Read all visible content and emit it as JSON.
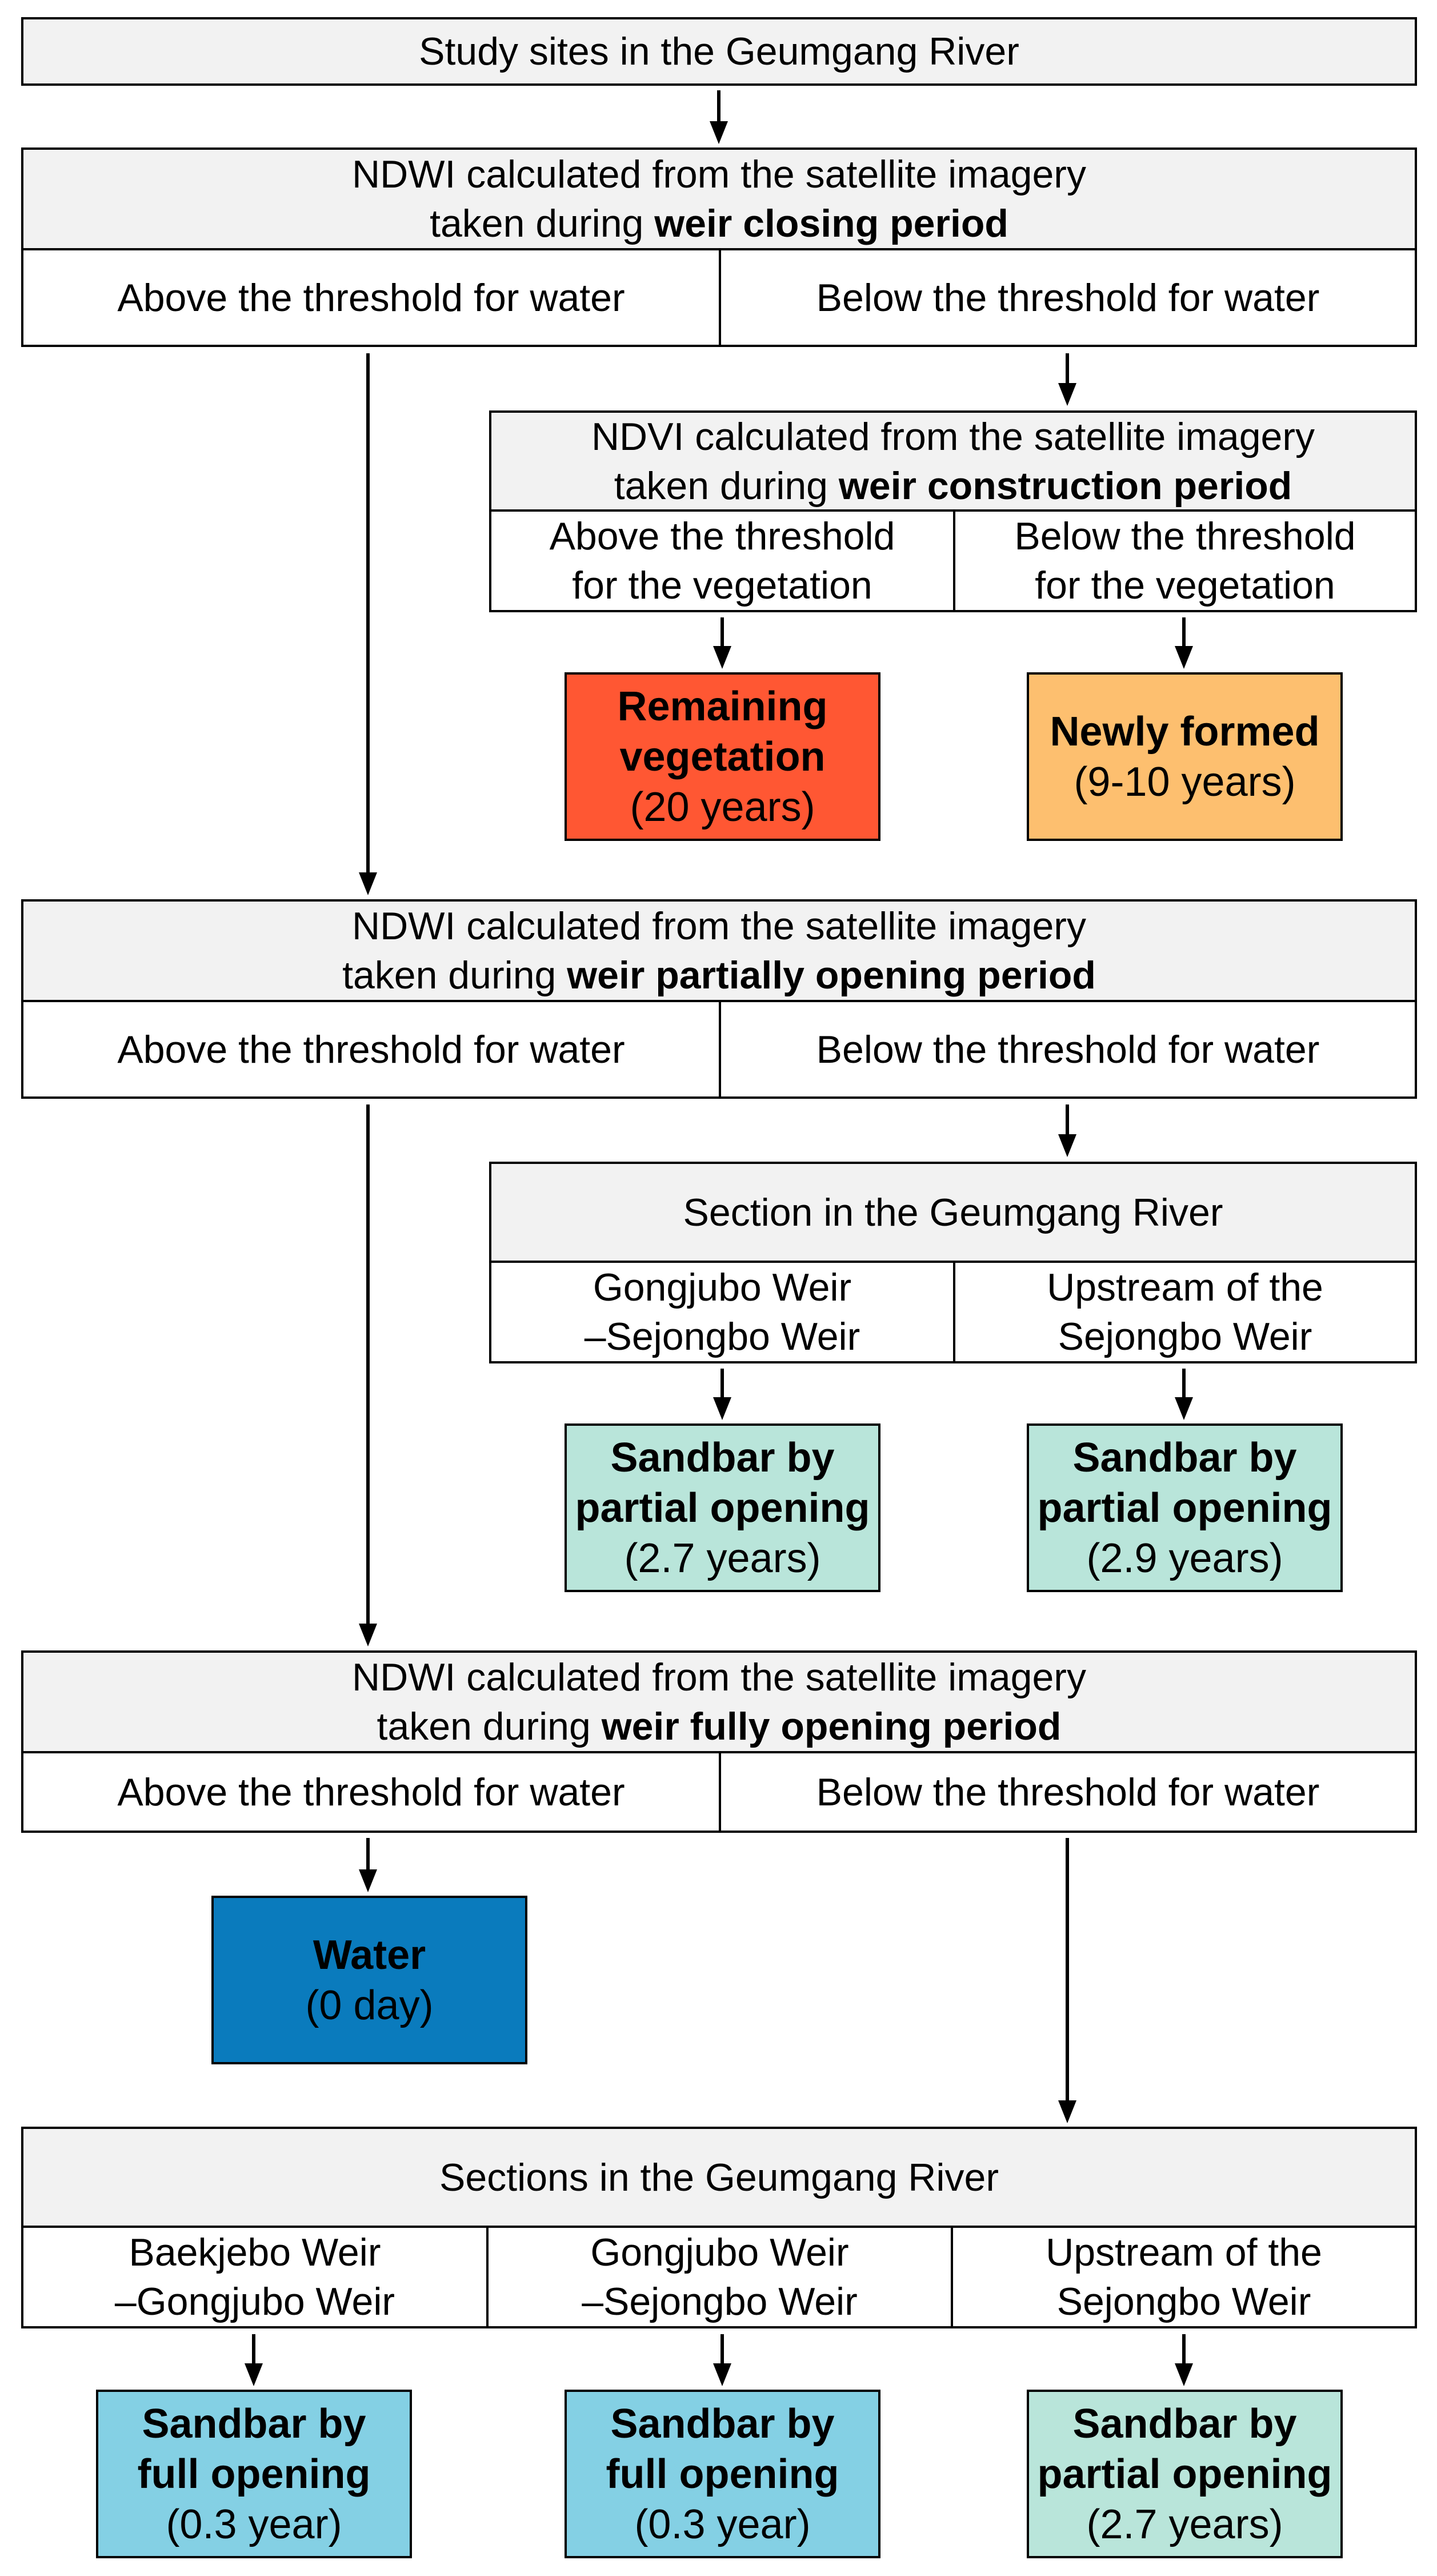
{
  "colors": {
    "header_fill": "#f2f2f2",
    "remaining_vegetation": "#ff5733",
    "newly_formed": "#fdbf6f",
    "sandbar_partial": "#b9e5da",
    "water": "#0a7bbd",
    "sandbar_full": "#84d0e4"
  },
  "study_sites": "Study sites in the Geumgang River",
  "ndwi_closing": {
    "line1": "NDWI calculated from the satellite imagery",
    "line2_prefix": "taken during ",
    "line2_bold": "weir closing period",
    "above": "Above the threshold for water",
    "below": "Below the threshold for water"
  },
  "ndvi_construction": {
    "line1": "NDVI calculated from the satellite imagery",
    "line2_prefix": "taken during ",
    "line2_bold": "weir construction period",
    "above_l1": "Above the threshold",
    "above_l2": "for the vegetation",
    "below_l1": "Below the threshold",
    "below_l2": "for the vegetation"
  },
  "remaining_vegetation": {
    "l1": "Remaining",
    "l2": "vegetation",
    "l3": "(20 years)"
  },
  "newly_formed": {
    "l1": "Newly formed",
    "l2": "(9-10 years)"
  },
  "ndwi_partial": {
    "line1": "NDWI calculated from the satellite imagery",
    "line2_prefix": "taken during ",
    "line2_bold": "weir partially opening period",
    "above": "Above the threshold for water",
    "below": "Below the threshold for water"
  },
  "section_partial": {
    "title": "Section in the Geumgang River",
    "left_l1": "Gongjubo Weir",
    "left_l2": "–Sejongbo Weir",
    "right_l1": "Upstream of the",
    "right_l2": "Sejongbo Weir"
  },
  "sandbar_partial_1": {
    "l1": "Sandbar by",
    "l2": "partial opening",
    "l3": "(2.7 years)"
  },
  "sandbar_partial_2": {
    "l1": "Sandbar by",
    "l2": "partial opening",
    "l3": "(2.9 years)"
  },
  "ndwi_full": {
    "line1": "NDWI calculated from the satellite imagery",
    "line2_prefix": "taken during ",
    "line2_bold": "weir fully opening period",
    "above": "Above the threshold for water",
    "below": "Below the threshold for water"
  },
  "water": {
    "l1": "Water",
    "l2": "(0 day)"
  },
  "sections_full": {
    "title": "Sections in the Geumgang River",
    "c1_l1": "Baekjebo Weir",
    "c1_l2": "–Gongjubo Weir",
    "c2_l1": "Gongjubo Weir",
    "c2_l2": "–Sejongbo Weir",
    "c3_l1": "Upstream of the",
    "c3_l2": "Sejongbo Weir"
  },
  "sandbar_full_1": {
    "l1": "Sandbar by",
    "l2": "full opening",
    "l3": "(0.3 year)"
  },
  "sandbar_full_2": {
    "l1": "Sandbar by",
    "l2": "full opening",
    "l3": "(0.3 year)"
  },
  "sandbar_partial_3": {
    "l1": "Sandbar by",
    "l2": "partial opening",
    "l3": "(2.7 years)"
  }
}
